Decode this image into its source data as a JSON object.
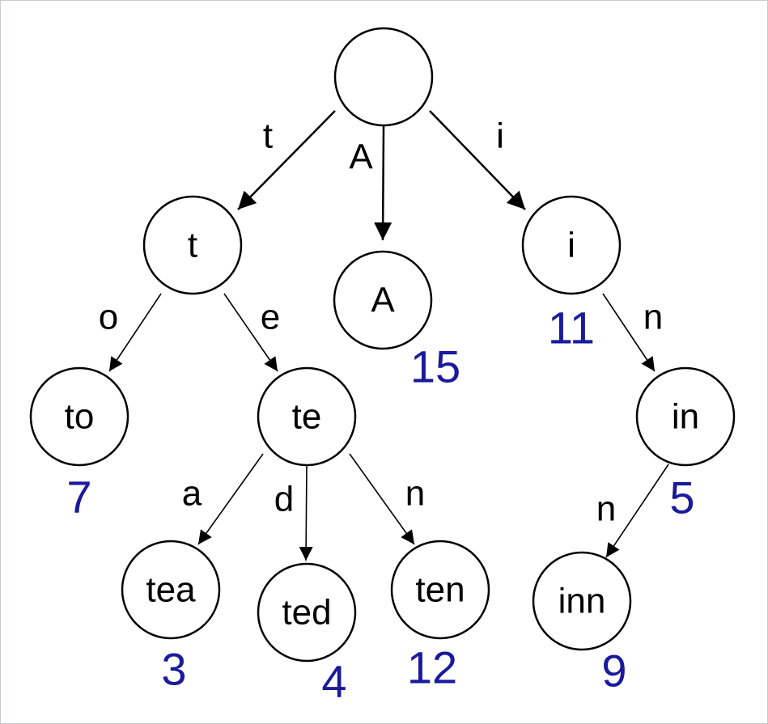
{
  "colors": {
    "node_stroke": "#000000",
    "value_text": "#1a1a9c",
    "frame_border": "#c8ccd1"
  },
  "nodes": {
    "root": {
      "label": ""
    },
    "t": {
      "label": "t"
    },
    "A": {
      "label": "A",
      "value": "15"
    },
    "i": {
      "label": "i",
      "value": "11"
    },
    "to": {
      "label": "to",
      "value": "7"
    },
    "te": {
      "label": "te"
    },
    "in": {
      "label": "in",
      "value": "5"
    },
    "tea": {
      "label": "tea",
      "value": "3"
    },
    "ted": {
      "label": "ted",
      "value": "4"
    },
    "ten": {
      "label": "ten",
      "value": "12"
    },
    "inn": {
      "label": "inn",
      "value": "9"
    }
  },
  "edges": {
    "root_t": {
      "label": "t"
    },
    "root_A": {
      "label": "A"
    },
    "root_i": {
      "label": "i"
    },
    "t_to": {
      "label": "o"
    },
    "t_te": {
      "label": "e"
    },
    "i_in": {
      "label": "n"
    },
    "te_tea": {
      "label": "a"
    },
    "te_ted": {
      "label": "d"
    },
    "te_ten": {
      "label": "n"
    },
    "in_inn": {
      "label": "n"
    }
  }
}
